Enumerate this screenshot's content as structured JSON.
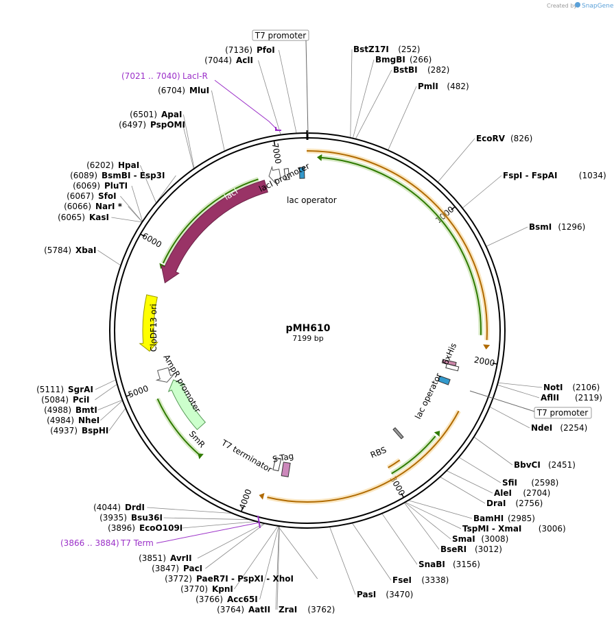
{
  "header": {
    "created_by": "Created by",
    "brand": "SnapGene"
  },
  "plasmid": {
    "name": "pMH610",
    "size_label": "7199 bp",
    "length": 7199
  },
  "ticks": [
    {
      "bp": 1000,
      "label": "1000"
    },
    {
      "bp": 2000,
      "label": "2000"
    },
    {
      "bp": 3000,
      "label": "3000"
    },
    {
      "bp": 4000,
      "label": "4000"
    },
    {
      "bp": 5000,
      "label": "5000"
    },
    {
      "bp": 6000,
      "label": "6000"
    },
    {
      "bp": 7000,
      "label": "7000"
    }
  ],
  "sites_right": [
    {
      "bp": 252,
      "name": "BstZ17I",
      "pos": "(252)"
    },
    {
      "bp": 266,
      "name": "BmgBI",
      "pos": "(266)"
    },
    {
      "bp": 282,
      "name": "BstBI",
      "pos": "(282)"
    },
    {
      "bp": 482,
      "name": "PmlI",
      "pos": "(482)"
    },
    {
      "bp": 826,
      "name": "EcoRV",
      "pos": "(826)"
    },
    {
      "bp": 1034,
      "name": "FspI",
      "sep": "-",
      "name2": "FspAI",
      "pos": "(1034)"
    },
    {
      "bp": 1296,
      "name": "BsmI",
      "pos": "(1296)"
    },
    {
      "bp": 2106,
      "name": "NotI",
      "pos": "(2106)"
    },
    {
      "bp": 2119,
      "name": "AflII",
      "pos": "(2119)"
    },
    {
      "bp": 2254,
      "name": "NdeI",
      "pos": "(2254)"
    },
    {
      "bp": 2451,
      "name": "BbvCI",
      "pos": "(2451)"
    },
    {
      "bp": 2598,
      "name": "SfiI",
      "pos": "(2598)"
    },
    {
      "bp": 2704,
      "name": "AleI",
      "pos": "(2704)"
    },
    {
      "bp": 2756,
      "name": "DraI",
      "pos": "(2756)"
    },
    {
      "bp": 2985,
      "name": "BamHI",
      "pos": "(2985)"
    },
    {
      "bp": 3006,
      "name": "TspMI",
      "sep": "-",
      "name2": "XmaI",
      "pos": "(3006)"
    },
    {
      "bp": 3008,
      "name": "SmaI",
      "pos": "(3008)"
    },
    {
      "bp": 3012,
      "name": "BseRI",
      "pos": "(3012)"
    },
    {
      "bp": 3156,
      "name": "SnaBI",
      "pos": "(3156)"
    },
    {
      "bp": 3338,
      "name": "FseI",
      "pos": "(3338)"
    },
    {
      "bp": 3470,
      "name": "PasI",
      "pos": "(3470)"
    },
    {
      "bp": 3762,
      "name": "ZraI",
      "pos": "(3762)"
    }
  ],
  "sites_left": [
    {
      "bp": 7136,
      "name": "PfoI",
      "pos": "(7136)"
    },
    {
      "bp": 7044,
      "name": "AclI",
      "pos": "(7044)"
    },
    {
      "bp": 6704,
      "name": "MluI",
      "pos": "(6704)"
    },
    {
      "bp": 6501,
      "name": "ApaI",
      "pos": "(6501)"
    },
    {
      "bp": 6497,
      "name": "PspOMI",
      "pos": "(6497)"
    },
    {
      "bp": 6202,
      "name": "HpaI",
      "pos": "(6202)"
    },
    {
      "bp": 6089,
      "name": "BsmBI",
      "sep": "-",
      "name2": "Esp3I",
      "pos": "(6089)"
    },
    {
      "bp": 6069,
      "name": "PluTI",
      "pos": "(6069)"
    },
    {
      "bp": 6067,
      "name": "SfoI",
      "pos": "(6067)"
    },
    {
      "bp": 6066,
      "name": "NarI *",
      "pos": "(6066)"
    },
    {
      "bp": 6065,
      "name": "KasI",
      "pos": "(6065)"
    },
    {
      "bp": 5784,
      "name": "XbaI",
      "pos": "(5784)"
    },
    {
      "bp": 5111,
      "name": "SgrAI",
      "pos": "(5111)"
    },
    {
      "bp": 5084,
      "name": "PciI",
      "pos": "(5084)"
    },
    {
      "bp": 4988,
      "name": "BmtI",
      "pos": "(4988)"
    },
    {
      "bp": 4984,
      "name": "NheI",
      "pos": "(4984)"
    },
    {
      "bp": 4937,
      "name": "BspHI",
      "pos": "(4937)"
    },
    {
      "bp": 4044,
      "name": "DrdI",
      "pos": "(4044)"
    },
    {
      "bp": 3935,
      "name": "Bsu36I",
      "pos": "(3935)"
    },
    {
      "bp": 3896,
      "name": "EcoO109I",
      "pos": "(3896)"
    },
    {
      "bp": 3851,
      "name": "AvrII",
      "pos": "(3851)"
    },
    {
      "bp": 3847,
      "name": "PacI",
      "pos": "(3847)"
    },
    {
      "bp": 3772,
      "name": "PaeR7I",
      "sep": "-",
      "name2": "PspXI",
      "sep2": "-",
      "name3": "XhoI",
      "pos": "(3772)"
    },
    {
      "bp": 3770,
      "name": "KpnI",
      "pos": "(3770)"
    },
    {
      "bp": 3766,
      "name": "Acc65I",
      "pos": "(3766)"
    },
    {
      "bp": 3764,
      "name": "AatII",
      "pos": "(3764)"
    }
  ],
  "feature_labels": {
    "t7_promoter_top": "T7 promoter",
    "t7_promoter_right": "T7 promoter",
    "laci_r": {
      "range": "(7021 .. 7040)",
      "name": "LacI-R"
    },
    "t7_term": {
      "range": "(3866 .. 3884)",
      "name": "T7 Term"
    },
    "laci": "lacI",
    "laci_promoter": "lacI promoter",
    "lac_operator_top": "lac operator",
    "lac_operator_right": "lac operator",
    "his_tag": "6xHis",
    "rbs": "RBS",
    "cdf_ori": "CloDF13 ori",
    "ampr_promoter": "AmpR promoter",
    "smr": "SmR",
    "t7_terminator": "T7 terminator",
    "s_tag": "S-Tag"
  },
  "colors": {
    "laci": "#993366",
    "ori": "#ffff00",
    "smr": "#ccffcc",
    "operator": "#3399cc",
    "orange_orf": "#f0c080",
    "green_orf": "#6aaa3a",
    "primer": "#9b30c8",
    "stag": "#cc88bb"
  }
}
